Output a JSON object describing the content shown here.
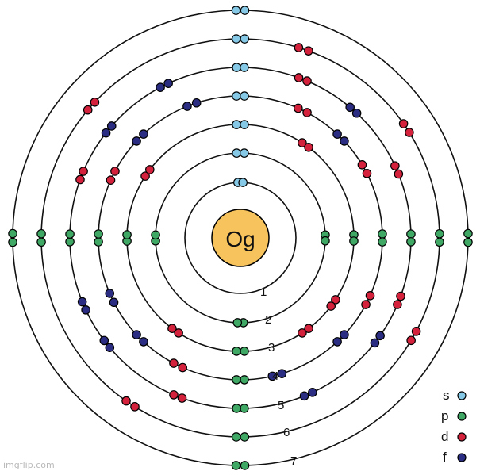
{
  "nucleus": {
    "symbol": "Og",
    "color": "#f6c35c"
  },
  "shell_labels": [
    "1",
    "2",
    "3",
    "4",
    "5",
    "6",
    "7"
  ],
  "electrons_per_shell": [
    2,
    8,
    18,
    32,
    32,
    18,
    8
  ],
  "legend": [
    {
      "label": "s",
      "color": "#86c9e6"
    },
    {
      "label": "p",
      "color": "#3fa864"
    },
    {
      "label": "d",
      "color": "#d4213c"
    },
    {
      "label": "f",
      "color": "#2b2d82"
    }
  ],
  "watermark": "imgflip.com"
}
